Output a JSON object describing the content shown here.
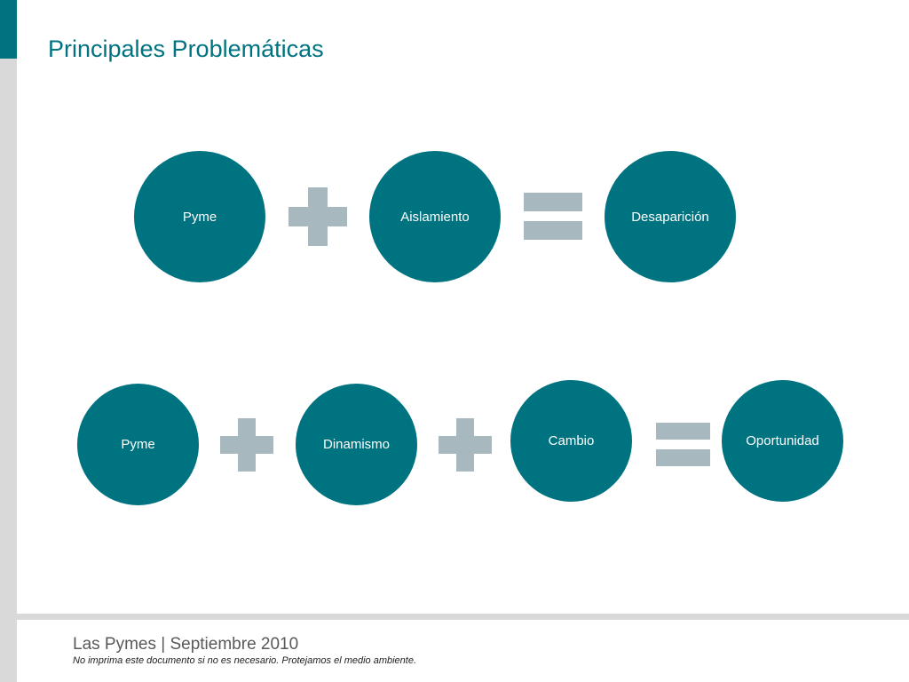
{
  "slide": {
    "title": "Principales Problemáticas"
  },
  "equations": [
    {
      "terms": [
        "Pyme",
        "Aislamiento"
      ],
      "result": "Desaparición"
    },
    {
      "terms": [
        "Pyme",
        "Dinamismo",
        "Cambio"
      ],
      "result": "Oportunidad"
    }
  ],
  "footer": {
    "title": "Las Pymes | Septiembre 2010",
    "note": "No imprima este documento si no es necesario. Protejamos el medio ambiente."
  },
  "colors": {
    "accent": "#007381",
    "operator": "#a8b8bf",
    "sidebar": "#d9d9d9"
  },
  "icons": {
    "plus": "plus-icon",
    "equals": "equals-icon"
  }
}
